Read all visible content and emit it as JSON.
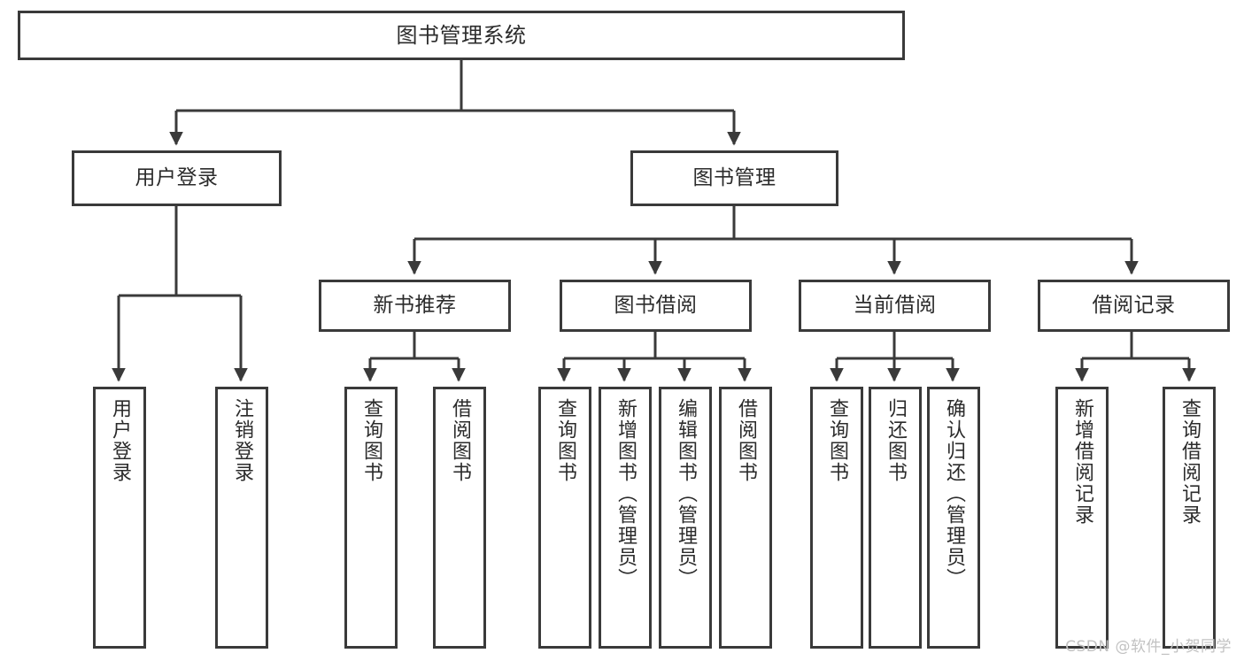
{
  "diagram": {
    "type": "tree",
    "title": "图书管理系统",
    "stroke_color": "#3a3a3a",
    "fill_color": "#ffffff",
    "text_color": "#2b2b2b",
    "watermark": "CSDN @软件_小贺同学"
  },
  "nodes": {
    "root": {
      "label": "图书管理系统",
      "level": 1
    },
    "l2": [
      {
        "label": "用户登录",
        "level": 2
      },
      {
        "label": "图书管理",
        "level": 2
      }
    ],
    "l3": [
      {
        "label": "新书推荐",
        "level": 3
      },
      {
        "label": "图书借阅",
        "level": 3
      },
      {
        "label": "当前借阅",
        "level": 3
      },
      {
        "label": "借阅记录",
        "level": 3
      }
    ],
    "leaves": [
      {
        "label": "用户登录",
        "parent": "用户登录"
      },
      {
        "label": "注销登录",
        "parent": "用户登录"
      },
      {
        "label": "查询图书",
        "parent": "新书推荐"
      },
      {
        "label": "借阅图书",
        "parent": "新书推荐"
      },
      {
        "label": "查询图书",
        "parent": "图书借阅"
      },
      {
        "label": "新增图书（管理员）",
        "parent": "图书借阅"
      },
      {
        "label": "编辑图书（管理员）",
        "parent": "图书借阅"
      },
      {
        "label": "借阅图书",
        "parent": "图书借阅"
      },
      {
        "label": "查询图书",
        "parent": "当前借阅"
      },
      {
        "label": "归还图书",
        "parent": "当前借阅"
      },
      {
        "label": "确认归还（管理员）",
        "parent": "当前借阅"
      },
      {
        "label": "新增借阅记录",
        "parent": "借阅记录"
      },
      {
        "label": "查询借阅记录",
        "parent": "借阅记录"
      }
    ]
  }
}
